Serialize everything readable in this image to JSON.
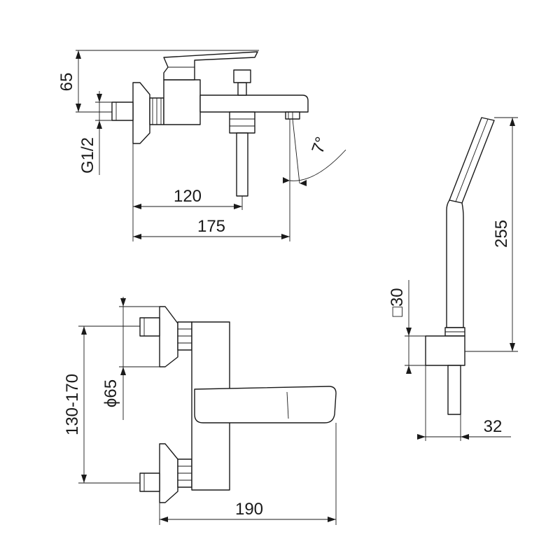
{
  "dimensions": {
    "height_65": "65",
    "thread": "G1/2",
    "length_120": "120",
    "length_175": "175",
    "angle": "7°",
    "length_255": "255",
    "square_30": "□30",
    "length_32": "32",
    "range_130_170": "130-170",
    "diameter_65": "ϕ65",
    "length_190": "190"
  }
}
